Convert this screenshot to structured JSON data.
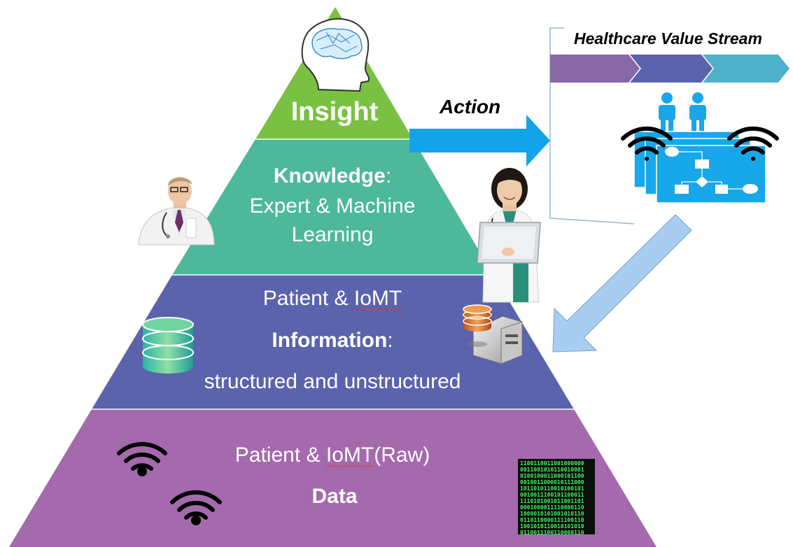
{
  "colors": {
    "insight": "#7ac143",
    "knowledge": "#4db89a",
    "information": "#5b63ad",
    "data": "#a569ad",
    "action_arrow": "#13a3e8",
    "return_arrow": "#a9cdf0",
    "chevron_1": "#8867a6",
    "chevron_2": "#5b63ad",
    "chevron_3": "#4fb0c9",
    "flowchart": "#18a7e9",
    "people": "#1aa6e8"
  },
  "insight": {
    "label": "Insight"
  },
  "knowledge": {
    "title": "Knowledge",
    "sep": ":",
    "line1": "Expert & Machine",
    "line2": "Learning"
  },
  "information": {
    "line1_pre": "Patient & ",
    "line1_term": "IoMT",
    "title": "Information",
    "sep": ":",
    "line3": "structured and unstructured"
  },
  "data": {
    "line1_pre": "Patient & ",
    "line1_term": "IoMT",
    "line1_post": "(Raw)",
    "title": "Data"
  },
  "action": {
    "label": "Action"
  },
  "value_stream": {
    "title": "Healthcare Value Stream"
  },
  "binary": {
    "lines": [
      "1100110011001000000",
      "0011001010110010001",
      "0100100011000101100",
      "0010011000010111000",
      "1011010110010100101",
      "0010011100101100011",
      "1110101001011001101",
      "0001000011110000110",
      "1000010101001010110",
      "0110110000111100110",
      "1001010110010101010",
      "0110011100110000110"
    ]
  },
  "icons": {
    "brain": "brain-head-icon",
    "doctor_male": "male-doctor-icon",
    "doctor_female": "female-doctor-laptop-icon",
    "database": "database-icon",
    "server": "server-icon",
    "wifi": "wifi-icon",
    "binary": "binary-code-icon",
    "people": "person-icon",
    "flowchart": "flowchart-icon"
  }
}
